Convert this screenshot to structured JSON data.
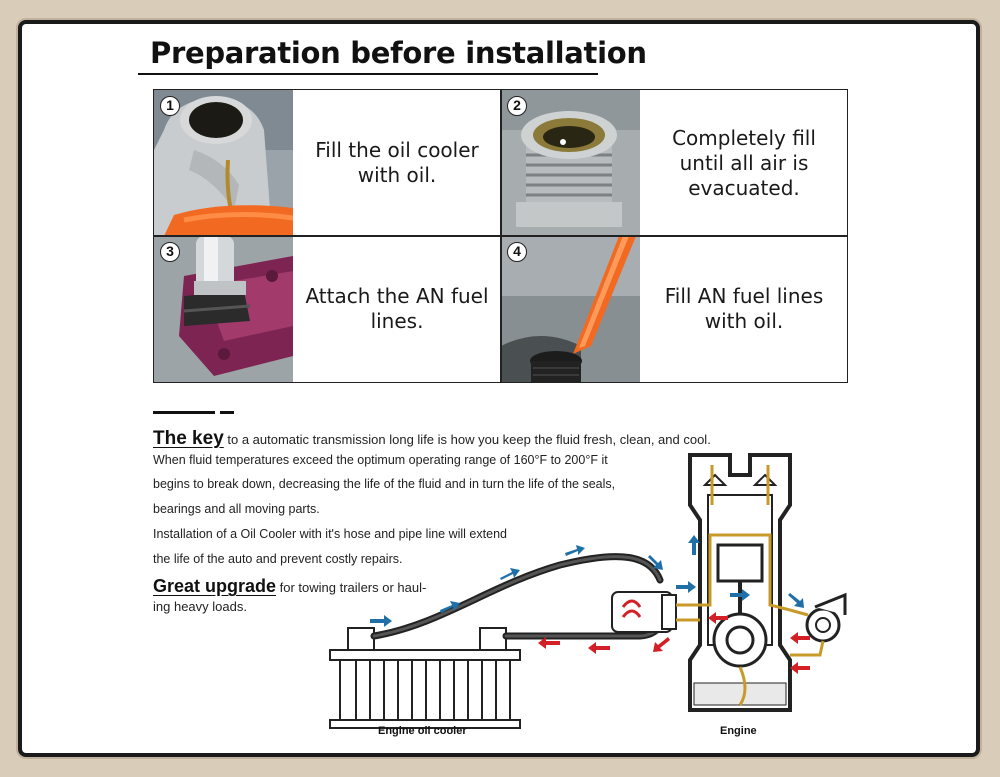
{
  "title": "Preparation before installation",
  "steps": [
    {
      "num": "1",
      "text": "Fill the oil cooler with oil.",
      "photo": "oil-bottle-pouring-photo"
    },
    {
      "num": "2",
      "text": "Completely fill until all air is evacuated.",
      "photo": "an-fitting-filled-photo"
    },
    {
      "num": "3",
      "text": "Attach the AN fuel lines.",
      "photo": "an-line-attach-photo"
    },
    {
      "num": "4",
      "text": "Fill AN fuel lines with oil.",
      "photo": "an-line-fill-photo"
    }
  ],
  "key": {
    "highlight": "The key",
    "rest": " to a automatic transmission long life is how you keep the fluid fresh, clean, and cool."
  },
  "body_lines": [
    "When fluid temperatures exceed the optimum operating range of 160°F to 200°F it",
    "begins to break down, decreasing the life of the fluid and in turn the life of the seals,",
    "bearings and all moving parts.",
    "Installation of a Oil Cooler with it's hose and pipe line will extend",
    "the life of the auto and prevent costly repairs."
  ],
  "upgrade": {
    "highlight": "Great upgrade",
    "rest_line1": " for towing trailers or haul-",
    "rest_line2": "ing heavy loads."
  },
  "diagram": {
    "cooler_label": "Engine oil cooler",
    "engine_label": "Engine",
    "colors": {
      "hot": "#d32027",
      "cool": "#1f6fa8",
      "oil": "#c89a2a"
    }
  }
}
